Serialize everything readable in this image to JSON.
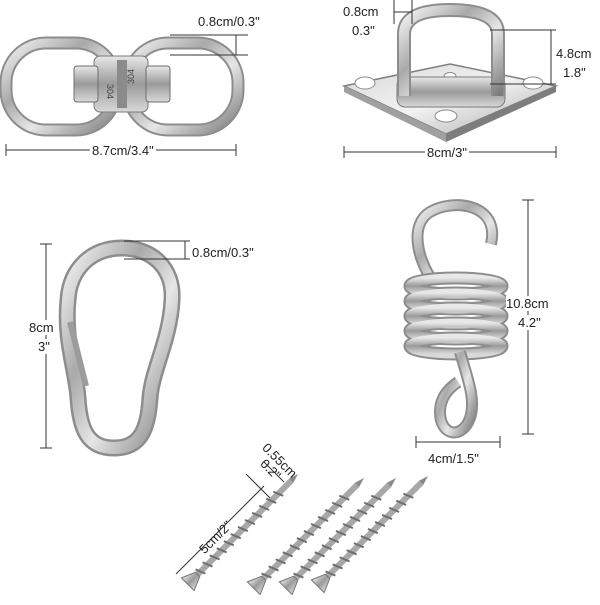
{
  "swivel": {
    "thickness": "0.8cm/0.3\"",
    "length": "8.7cm/3.4\"",
    "marking": "304"
  },
  "pad_eye": {
    "thickness_cm": "0.8cm",
    "thickness_in": "0.3\"",
    "height_cm": "4.8cm",
    "height_in": "1.8\"",
    "width": "8cm/3\""
  },
  "carabiner": {
    "thickness": "0.8cm/0.3\"",
    "length_cm": "8cm",
    "length_in": "3\""
  },
  "spring": {
    "height_cm": "10.8cm",
    "height_in": "4.2\"",
    "width": "4cm/1.5\""
  },
  "screws": {
    "diameter_cm": "0.55cm",
    "diameter_in": "0.2\"",
    "length": "5cm/2\""
  }
}
